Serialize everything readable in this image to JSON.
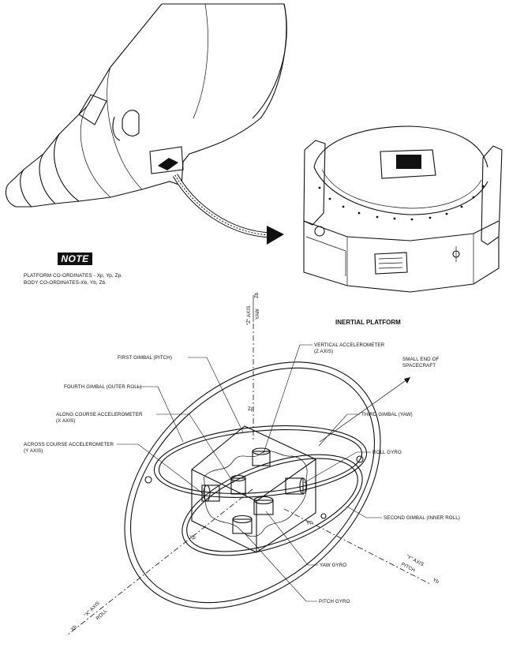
{
  "note": {
    "badge": "NOTE",
    "line1": "PLATFORM CO-ORDINATES - Xp, Yp, Zp.",
    "line2": "BODY CO-ORDINATES-Xb, Yb, Zb."
  },
  "platform_title": "INERTIAL PLATFORM",
  "axes": {
    "z_axis": "\"Z\" AXIS",
    "z_yaw": "YAW",
    "z_b": "Zb",
    "zp": "Zp",
    "x_axis": "\"X\" AXIS",
    "x_roll": "ROLL",
    "x_b": "Xb",
    "xp": "Xp",
    "y_axis": "\"Y\" AXIS",
    "y_pitch": "PITCH",
    "y_b": "Yb",
    "yp": "YP"
  },
  "callouts": {
    "first_gimbal": "FIRST GIMBAL (PITCH)",
    "fourth_gimbal": "FOURTH GIMBAL (OUTER ROLL)",
    "along_course_1": "ALONG COURSE ACCELEROMETER",
    "along_course_2": "(X AXIS)",
    "across_course_1": "ACROSS COURSE ACCELEROMETER",
    "across_course_2": "(Y AXIS)",
    "vertical_acc_1": "VERTICAL ACCELEROMETER",
    "vertical_acc_2": "(Z AXIS)",
    "small_end_1": "SMALL END OF",
    "small_end_2": "SPACECRAFT",
    "third_gimbal": "THIRD GIMBAL (YAW)",
    "roll_gyro": "ROLL GYRO",
    "second_gimbal": "SECOND GIMBAL (INNER ROLL)",
    "yaw_gyro": "YAW GYRO",
    "pitch_gyro": "PITCH GYRO"
  }
}
